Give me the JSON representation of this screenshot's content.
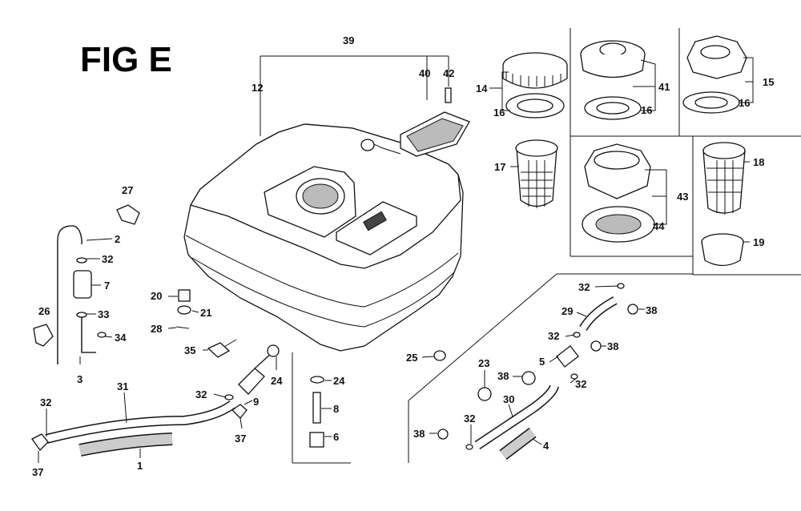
{
  "figure": {
    "title": "FIG E"
  },
  "labels": {
    "l39": "39",
    "l12": "12",
    "l40": "40",
    "l42": "42",
    "l14": "14",
    "l16a": "16",
    "l17": "17",
    "l41": "41",
    "l16b": "16",
    "l15": "15",
    "l16c": "16",
    "l18": "18",
    "l43": "43",
    "l44": "44",
    "l19": "19",
    "l27": "27",
    "l2": "2",
    "l32a": "32",
    "l7": "7",
    "l26": "26",
    "l33": "33",
    "l34": "34",
    "l3": "3",
    "l20": "20",
    "l21": "21",
    "l28": "28",
    "l35": "35",
    "l24a": "24",
    "l32b": "32",
    "l9": "9",
    "l37a": "37",
    "l31": "31",
    "l32c": "32",
    "l37b": "37",
    "l1": "1",
    "l24b": "24",
    "l8": "8",
    "l6": "6",
    "l25": "25",
    "l23": "23",
    "l38a": "38",
    "l5": "5",
    "l32d": "32",
    "l30": "30",
    "l38b": "38",
    "l32e": "32",
    "l4": "4",
    "l32f": "32",
    "l29": "29",
    "l38c": "38",
    "l32g": "32",
    "l38d": "38"
  }
}
